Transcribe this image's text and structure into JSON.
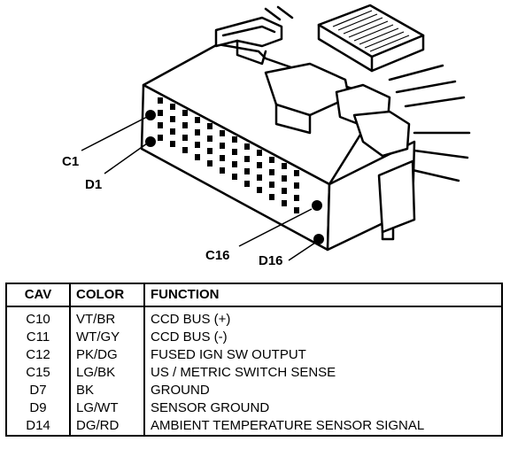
{
  "labels": {
    "c1": "C1",
    "d1": "D1",
    "c16": "C16",
    "d16": "D16"
  },
  "table": {
    "headers": {
      "cav": "CAV",
      "color": "COLOR",
      "function": "FUNCTION"
    },
    "rows": [
      {
        "cav": "C10",
        "color": "VT/BR",
        "function": "CCD BUS (+)"
      },
      {
        "cav": "C11",
        "color": "WT/GY",
        "function": "CCD BUS (-)"
      },
      {
        "cav": "C12",
        "color": "PK/DG",
        "function": "FUSED IGN SW OUTPUT"
      },
      {
        "cav": "C15",
        "color": "LG/BK",
        "function": "US / METRIC SWITCH SENSE"
      },
      {
        "cav": "D7",
        "color": "BK",
        "function": "GROUND"
      },
      {
        "cav": "D9",
        "color": "LG/WT",
        "function": "SENSOR GROUND"
      },
      {
        "cav": "D14",
        "color": "DG/RD",
        "function": "AMBIENT TEMPERATURE SENSOR SIGNAL"
      }
    ]
  }
}
